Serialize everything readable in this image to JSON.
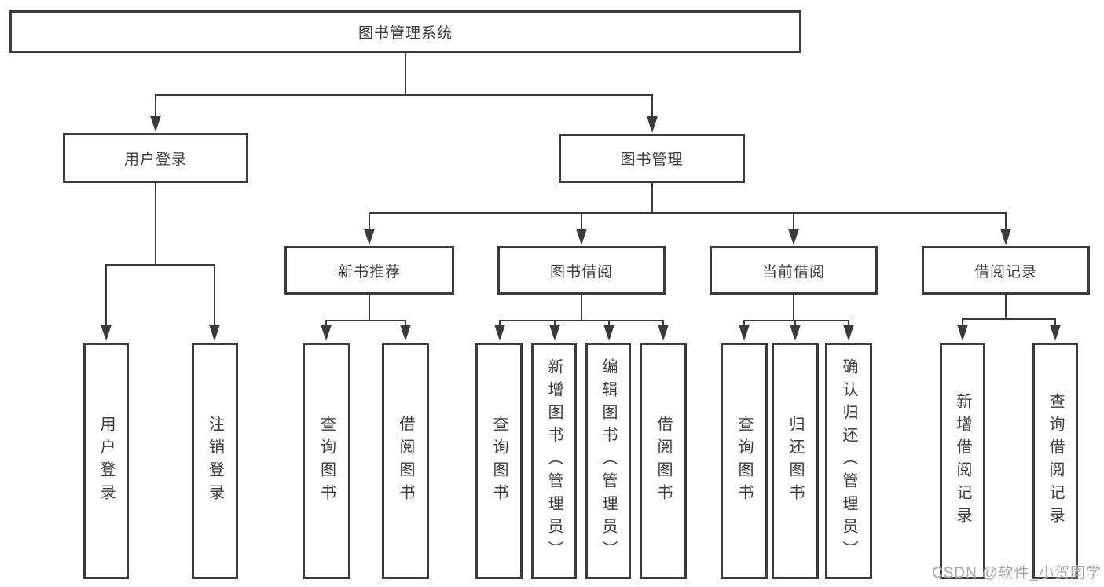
{
  "diagram_title": "图书管理系统",
  "tree": {
    "root": {
      "label": "图书管理系统"
    },
    "branches": [
      {
        "label": "用户登录",
        "children": [
          {
            "label": "用户登录"
          },
          {
            "label": "注销登录"
          }
        ]
      },
      {
        "label": "图书管理",
        "children": [
          {
            "label": "新书推荐",
            "children": [
              {
                "label": "查询图书"
              },
              {
                "label": "借阅图书"
              }
            ]
          },
          {
            "label": "图书借阅",
            "children": [
              {
                "label": "查询图书"
              },
              {
                "label": "新增图书（管理员）"
              },
              {
                "label": "编辑图书（管理员）"
              },
              {
                "label": "借阅图书"
              }
            ]
          },
          {
            "label": "当前借阅",
            "children": [
              {
                "label": "查询图书"
              },
              {
                "label": "归还图书"
              },
              {
                "label": "确认归还（管理员）"
              }
            ]
          },
          {
            "label": "借阅记录",
            "children": [
              {
                "label": "新增借阅记录"
              },
              {
                "label": "查询借阅记录"
              }
            ]
          }
        ]
      }
    ]
  },
  "watermark": "CSDN @软件_小贺同学",
  "colors": {
    "line": "#3b3b3b",
    "text": "#3c3c3c",
    "background": "#ffffff",
    "watermark": "#a8a8a8"
  }
}
